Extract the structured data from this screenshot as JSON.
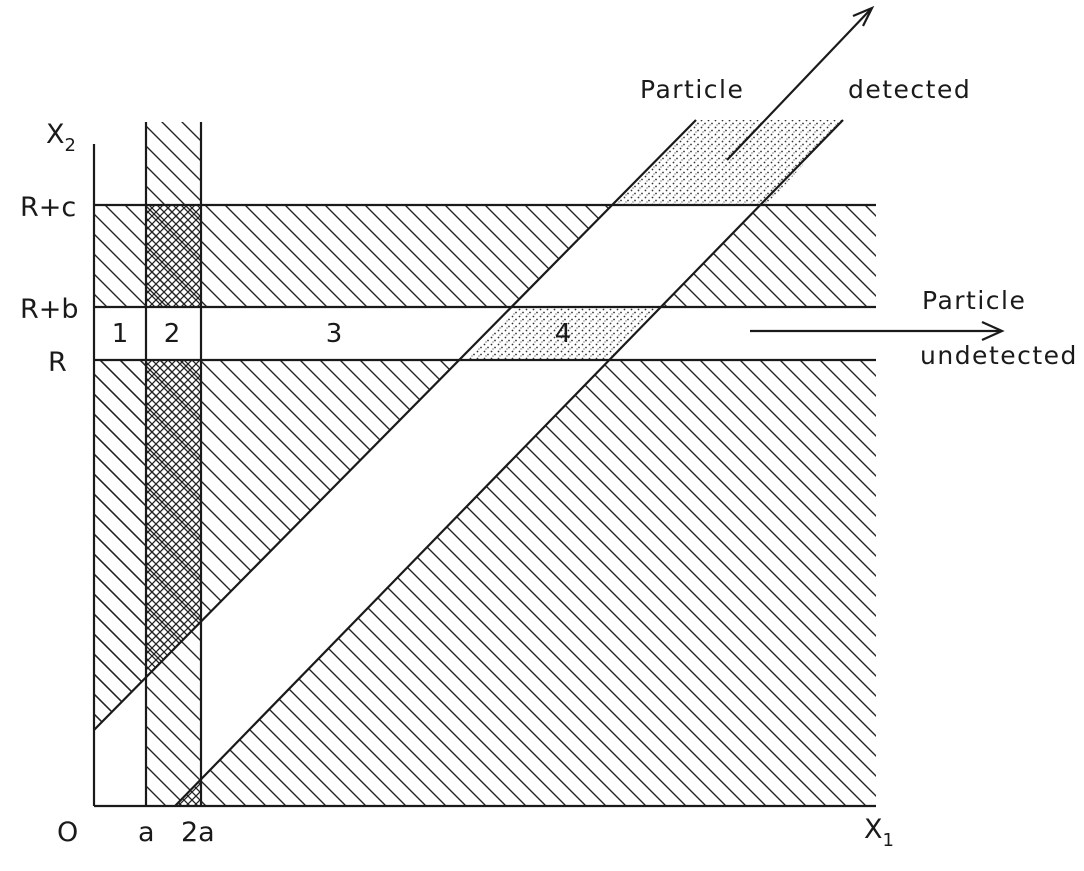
{
  "axes": {
    "x_label": "X",
    "x_subscript": "1",
    "y_label": "X",
    "y_subscript": "2",
    "origin": "O",
    "x_ticks": [
      "a",
      "2a"
    ],
    "y_ticks": [
      "R+c",
      "R+b",
      "R"
    ]
  },
  "regions": [
    "1",
    "2",
    "3",
    "4"
  ],
  "annotations": {
    "particle_top": "Particle",
    "detected": "detected",
    "particle_right": "Particle",
    "undetected": "undetected"
  }
}
